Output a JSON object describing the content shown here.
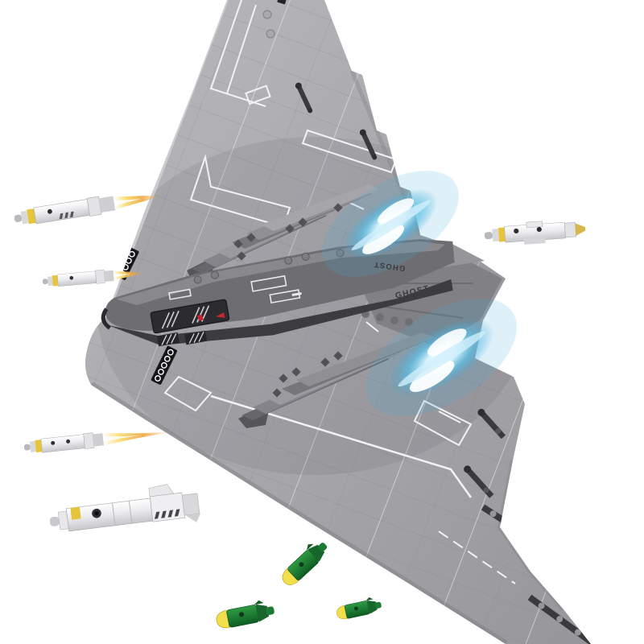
{
  "scene": {
    "description": "Product photo of a brick-construction B-2 stealth bomber model kit on a plain white background, surrounded by floating white missiles with exhaust flames and green bombs",
    "background": "#ffffff",
    "object_count": {
      "aircraft": 1,
      "white_missiles": 5,
      "green_bombs": 3
    }
  },
  "colors": {
    "bg": "#ffffff",
    "wing": "#a8a8ac",
    "wingLight": "#b9b9bd",
    "wingDark": "#8e8e93",
    "panelLine": "#85858a",
    "decal": "#f2f2f4",
    "fuselage": "#6d6d72",
    "fuselageDark": "#3c3c40",
    "cockpit": "#2c2c30",
    "detail": "#55555a",
    "red": "#c3272f",
    "marking": "#3b3b40",
    "glow": "#3aa8d8",
    "glowCore": "#ffffff",
    "missileWhite": "#f4f4f6",
    "missileGrey": "#c9c9cd",
    "missileYellow": "#e6c43c",
    "flame": "#eda43a",
    "flameCore": "#ffffff",
    "bombGreen": "#1f8236",
    "bombGreenDark": "#0f5a22",
    "bombYellow": "#f1e04b"
  },
  "aircraft": {
    "label": "B-2 stealth bomber brick model",
    "marking_text": "GHOST",
    "marking_occurrences": 2,
    "features": [
      "flying-wing silhouette posed diagonally, nose to the left",
      "serrated sawtooth trailing edge",
      "two glowing blue engine exhausts",
      "printed white panel-line and chevron decals",
      "dark cockpit canopy tiles with striped windshield prints",
      "red arrow decals near the nose",
      "diamond print marks on engine intakes",
      "exposed brick studs along edges"
    ]
  },
  "accessories": {
    "missiles": [
      {
        "label": "white cruise missile with exhaust flame, upper left"
      },
      {
        "label": "small white missile with exhaust flame, mid left"
      },
      {
        "label": "white cruise missile with yellow tail cone, right side"
      },
      {
        "label": "white missile with long exhaust flame, lower left"
      },
      {
        "label": "large white finned missile, bottom left"
      }
    ],
    "bombs": [
      {
        "label": "green bomb with yellow nose, lower center (tilted)"
      },
      {
        "label": "green bomb with yellow nose, bottom left"
      },
      {
        "label": "green bomb with yellow nose, bottom center-right"
      }
    ]
  }
}
